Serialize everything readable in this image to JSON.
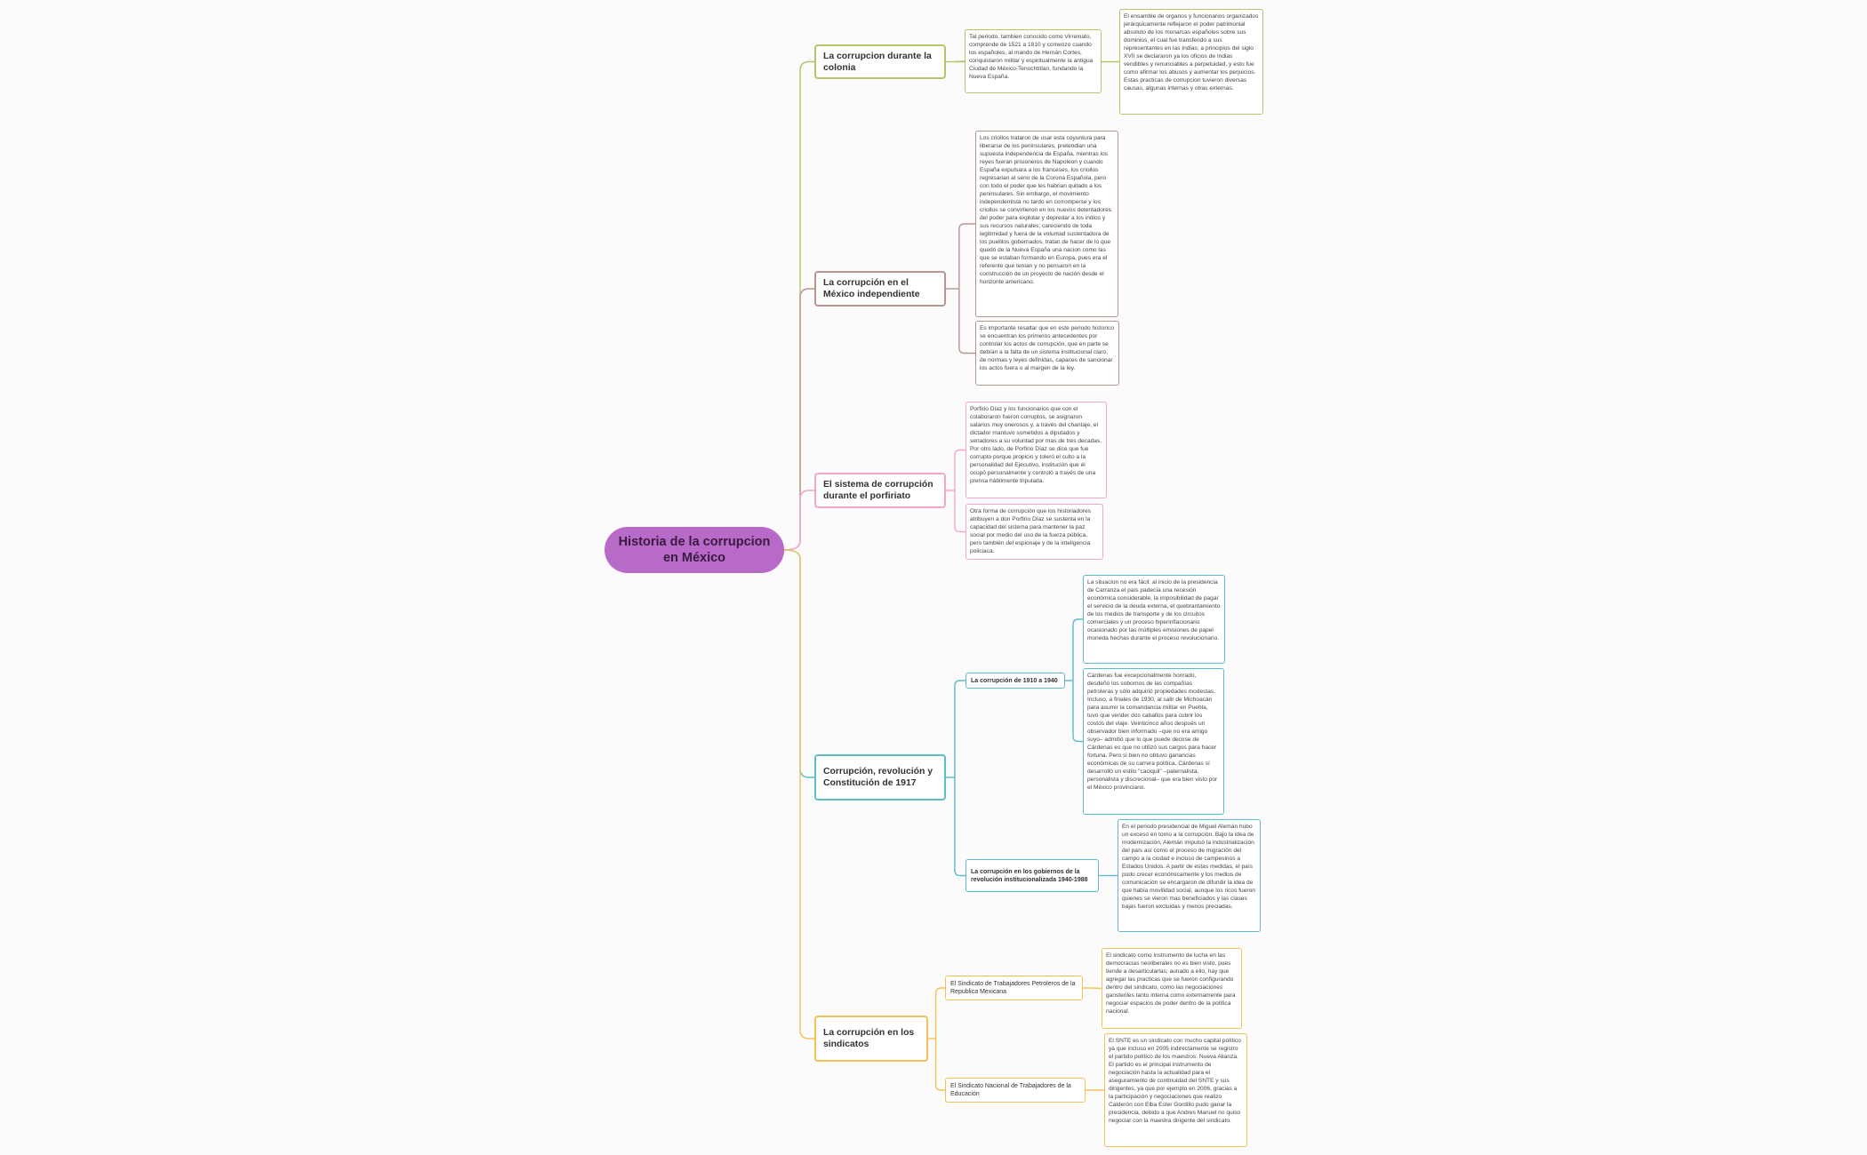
{
  "root": {
    "title": "Historia de la corrupcion en México",
    "color": "#b86ac8"
  },
  "branches": [
    {
      "label": "La corrupcion durante la colonia",
      "color": "#b2c66a",
      "children": [
        {
          "text": "Tal periodo, tambien conocido como Virreinato, comprende de 1521 a 1810 y comenzo cuando los españoles, al mando de Hernán Cortes, conquistaron militar y espiritualmente la antigua Ciudad de México-Tenochtitlan, fundando la Nueva España."
        },
        {
          "text": "El ensamble de organos y funcionarios organizados jerárquicamente reflejaron el poder patrimonial absoluto de los monarcas españoles sobre sus dominios, el cual fue transferido a sus representantes en las Indias; a principios del siglo XVII se declararon ya los oficios de Indias vendibles y renunciables a perpetuidad, y esto fue como afirmar los abusos y aumentar los perjuicios. Estas practicas de corrupcion tuvieron diversas causas, algunas internas y otras externas."
        }
      ]
    },
    {
      "label": "La corrupción en el México independiente",
      "color": "#b99590",
      "children": [
        {
          "text": "Los criollos trataron de usar esta coyuntura para liberarse de los peninsulares, pretendian una supuesta independencia de España, mientras los reyes fueran prisioneros de Napoleon y cuando España expulsara a los franceses, los criollos regresarian al seno de la Corona Española, pero con todo el poder que les habrian quitado a los peninsulares. Sin embargo, el movimiento independentista no tardo en corromperse y los criollos se convirtieron en los nuevos detentadores del poder para explotar y depredar a los indios y sus recursos naturales; careciendo de toda legitimidad y fuera de la voluntad sustentadora de los pueblos gobernados, tratan de hacer de lo que quedó de la Nueva España una nacion como las que se estaban formando en Europa, pues era el referente que tenían y no pensaron en la construcción de un proyecto de nación desde el horizonte americano."
        },
        {
          "text": "Es importante resaltar que en este periodo historico se encuentran los primeros antecedentes por controlar los actos de corrupción, que en parte se debían a la falta de un sistema institucional claro, de normas y leyes definidas, capaces de sancionar los actos fuera o al margen de la ley."
        }
      ]
    },
    {
      "label": "El sistema de corrupción durante el porfiriato",
      "color": "#f2a6cc",
      "children": [
        {
          "text": "Porfirio Díaz y los funcionarios que con el colaboraron fueron corruptos, se asignaron salarios muy onerosos y, a través del chantaje, el dictador mantuvo sometidos a diputados y senadores a su voluntad por mas de tres decadas. Por otro lado, de Porfirio Díaz se dice que fue corrupto porque propicio y toleró el culto a la personalidad del Ejecutivo, institución que él ocupó personalmente y controló a través de una prensa hábilmente tripulada."
        },
        {
          "text": "Otra forma de corrupción que los historiadores atribuyen a don Porfirio Díaz se sustenta en la capacidad del sistema para mantener la paz social por medio del uso de la fuerza pública, pero también del espionaje y de la inteligencia policiaca."
        }
      ]
    },
    {
      "label": "Corrupción, revolución y Constitución de 1917",
      "color": "#5dbcc8",
      "subs": [
        {
          "label": "La corrupción de 1910 a 1940",
          "children": [
            {
              "text": "La situacion no era fácil: al inicio de la presidencia de Carranza el país padecía una recesión económica considerable, la imposibilidad de pagar el servicio de la deuda externa, el quebrantamiento de los medios de transporte y de los circuitos comerciales y un proceso hiperinflacionario ocasionado por las múltiples emisiones de papel moneda hechas durante el proceso revolucionario."
            },
            {
              "text": "Cárdenas fue excepcionalmente honrado, desdeñó los sobornos de las compañías petroleras y sólo adquirió propiedades modestas. Incluso, a finales de 1930, al salir de Michoacán para asumir la comandancia militar en Puebla, tuvo que vender dos caballos para cubrir los costos del viaje. Veinticinco años después un observador bien informado –que no era amigo suyo– admitió que lo que puede decirse de Cárdenas es que no utilizó sus cargos para hacer fortuna. Pero si bien no obtuvo ganancias económicas de su carrera política, Cárdenas sí desarrolló un estilo \"caciquil\" –paternalista, personalista y discrecional– que era bien visto por el México provinciano."
            }
          ]
        },
        {
          "label": "La corrupción en los gobiernos de la revolución institucionalizada 1940-1988",
          "children": [
            {
              "text": "En el periodo presidencial de Miguel Alemán hubo un exceso en torno a la corrupción. Bajo la idea de modernización, Alemán impulsó la industrialización del país así como el proceso de migración del campo a la ciudad e incluso de campesinos a Estados Unidos. A partir de estas medidas, el país pudo crecer económicamente y los medios de comunicación se encargaron de difundir la idea de que había movilidad social, aunque los ricos fueron quienes se vieron mas beneficiados y las clases bajas fueron excluidas y menos preciadas."
            }
          ]
        }
      ]
    },
    {
      "label": "La corrupción en los sindicatos",
      "color": "#f3c158",
      "subs": [
        {
          "label": "El Sindicato de Trabajadores Petroleros de la Republica Mexicana",
          "children": [
            {
              "text": "El sindicato como instrumento de lucha en las democracias neoliberales no es bien visto, pues tiende a desarticularlas; aunado a ello, hay que agregar las practicas que se fueron configurando dentro del sindicato, como las negociaciones gansteriles tanto interna como externamente para negociar espacios de poder dentro de la política nacional."
            }
          ]
        },
        {
          "label": "El Sindicato Nacional de Trabajadores de la Educación",
          "children": [
            {
              "text": "El SNTE es un sindicato con mucho capital político ya que incluso en 2005 indirectamente se registro el partido político de los maestros: Nueva Alianza. El partido es el principal instrumento de negociación hasta la actualidad para el aseguramiento de continuidad del SNTE y sus dirigentes, ya que por ejemplo en 2006, gracias a la participación y negociaciones que realizo Calderón con Elba Ester Gordillo pudo ganar la presidencia, debido a que Andres Manuel no quiso negociar con la maestra dirigente del sindicato."
            }
          ]
        }
      ]
    }
  ]
}
